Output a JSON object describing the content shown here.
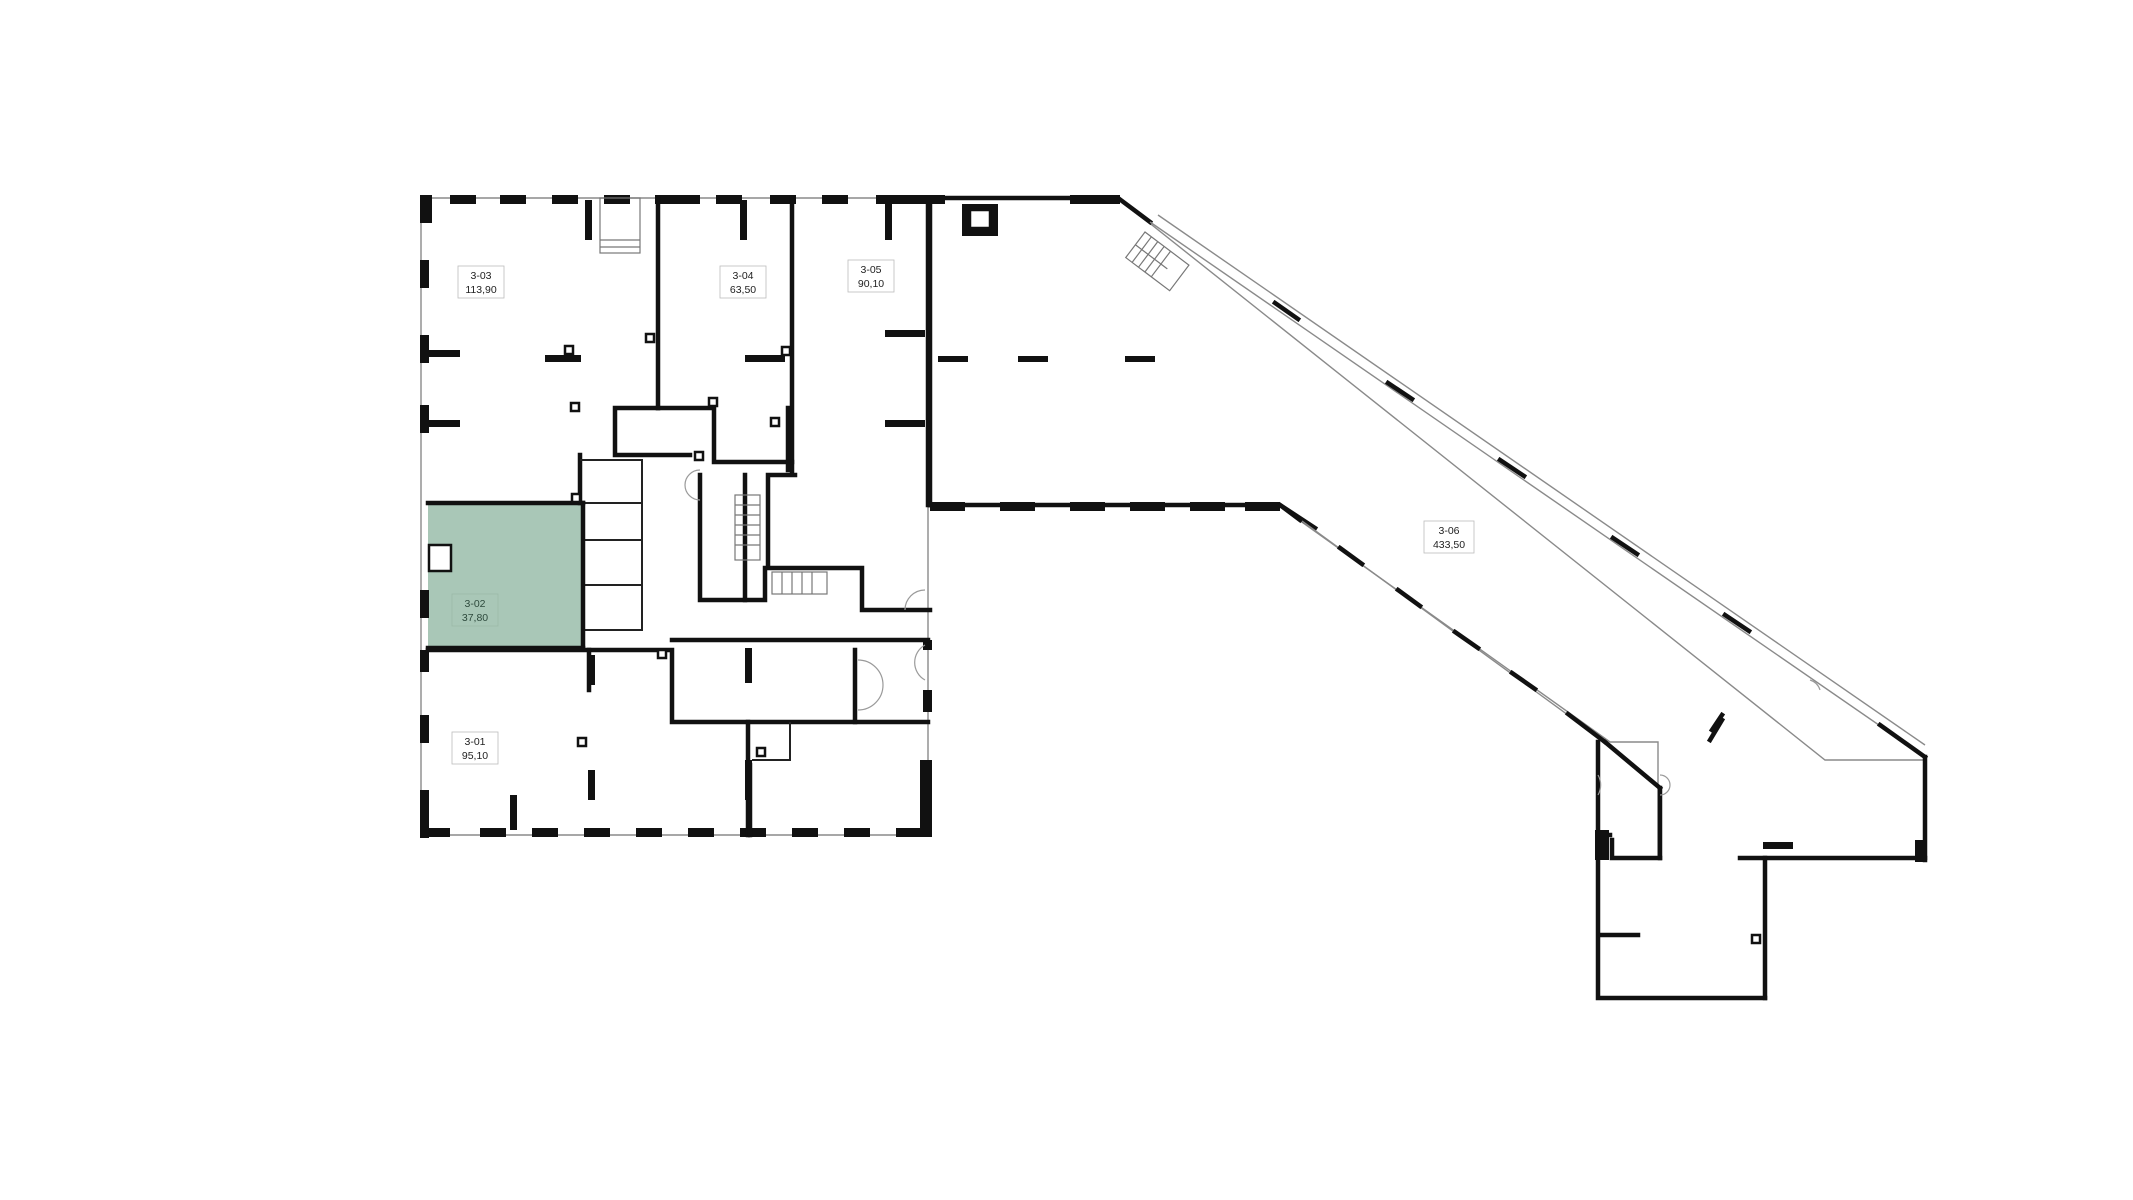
{
  "floor_plan": {
    "colors": {
      "wall": "#111111",
      "selected_fill": "#a9c7b7",
      "background": "#ffffff",
      "glazing": "#8a8a8a"
    },
    "units": [
      {
        "id": "3-01",
        "area": "95,10",
        "selected": false
      },
      {
        "id": "3-02",
        "area": "37,80",
        "selected": true
      },
      {
        "id": "3-03",
        "area": "113,90",
        "selected": false
      },
      {
        "id": "3-04",
        "area": "63,50",
        "selected": false
      },
      {
        "id": "3-05",
        "area": "90,10",
        "selected": false
      },
      {
        "id": "3-06",
        "area": "433,50",
        "selected": false
      }
    ]
  }
}
